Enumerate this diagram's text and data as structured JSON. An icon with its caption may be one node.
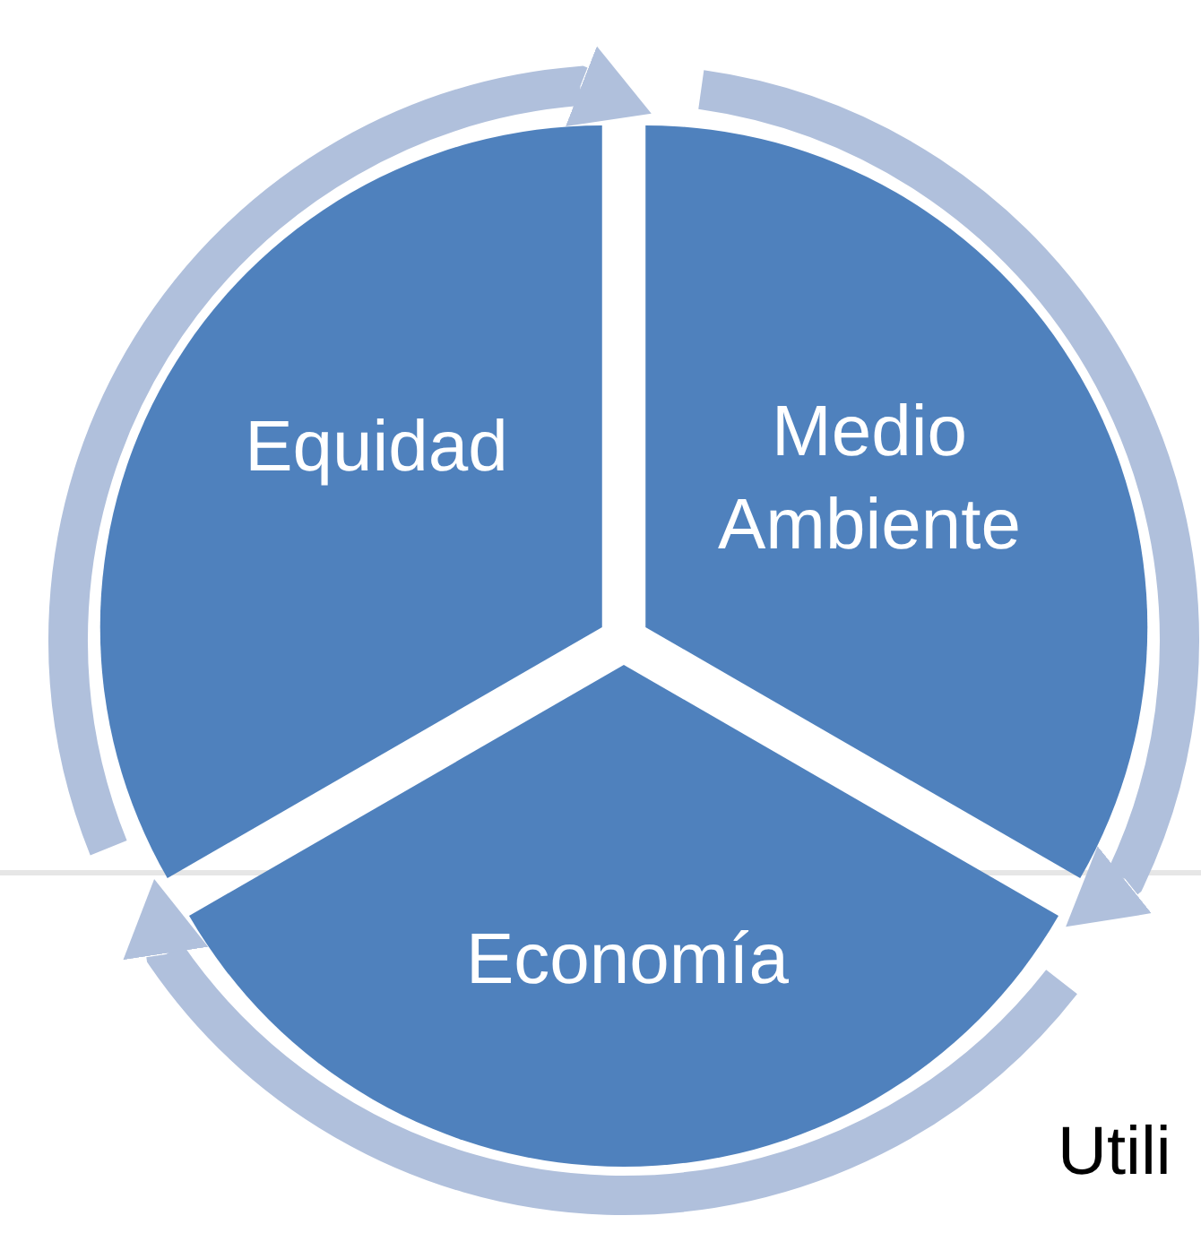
{
  "diagram": {
    "nodes": [
      {
        "text": [
          "Equidad"
        ]
      },
      {
        "text": [
          "Medio Ambiente"
        ]
      },
      {
        "text": [
          "Economía"
        ]
      }
    ],
    "edges": [
      {
        "from": 0,
        "to": 1,
        "arrow": "to"
      },
      {
        "from": 1,
        "to": 2,
        "arrow": "to"
      },
      {
        "from": 2,
        "to": 0,
        "arrow": "to"
      }
    ],
    "labels": [
      "Utili"
    ]
  }
}
